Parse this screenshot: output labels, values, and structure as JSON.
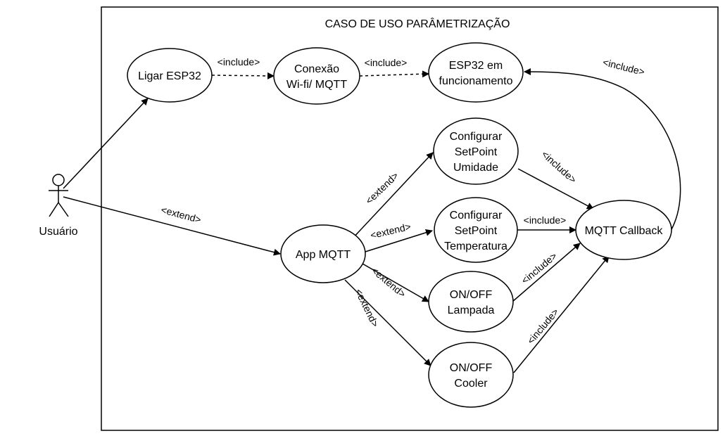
{
  "diagram": {
    "title": "CASO DE USO PARÂMETRIZAÇÃO",
    "actor": {
      "label": "Usuário"
    },
    "use_cases": {
      "ligar": [
        "Ligar ESP32"
      ],
      "conexao": [
        "Conexão",
        "Wi-fi/ MQTT"
      ],
      "esp": [
        "ESP32 em",
        "funcionamento"
      ],
      "app": [
        "App  MQTT"
      ],
      "umid": [
        "Configurar",
        "SetPoint",
        "Umidade"
      ],
      "temp": [
        "Configurar",
        "SetPoint",
        "Temperatura"
      ],
      "lamp": [
        "ON/OFF",
        "Lampada"
      ],
      "cooler": [
        "ON/OFF",
        "Cooler"
      ],
      "callback": [
        "MQTT Callback"
      ]
    },
    "labels": {
      "include_ligar_conexao": "<include>",
      "include_conexao_esp": "<include>",
      "include_callback_esp": "<include>",
      "extend_user_app": "<extend>",
      "extend_app_umid": "<extend>",
      "extend_app_temp": "<extend>",
      "extend_app_lamp": "<extend>",
      "extend_app_cooler": "<extend>",
      "include_umid_callback": "<include>",
      "include_temp_callback": "<include>",
      "include_lamp_callback": "<include>",
      "include_cooler_callback": "<include>"
    }
  }
}
